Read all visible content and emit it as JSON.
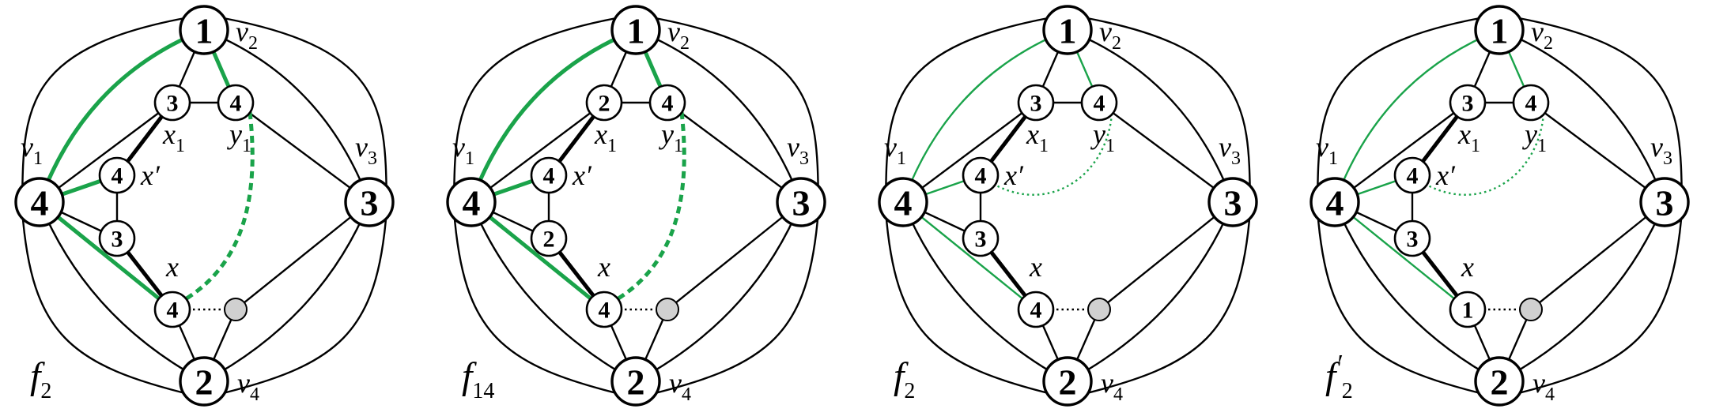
{
  "colors": {
    "green": "#1aa34a",
    "gray_node": "#d0d0d0"
  },
  "panels": [
    {
      "face_base": "f",
      "face_sub": "2",
      "face_prime": "",
      "colors": {
        "v1": "4",
        "v2": "1",
        "v3": "3",
        "v4": "2",
        "x1": "3",
        "y1": "4",
        "xp": "4",
        "m": "3",
        "x": "4"
      },
      "green": [
        "v1v2",
        "v2y1",
        "v1xp",
        "v1x"
      ],
      "dashed": "y1x",
      "style": "thick"
    },
    {
      "face_base": "f",
      "face_sub": "14",
      "face_prime": "",
      "colors": {
        "v1": "4",
        "v2": "1",
        "v3": "3",
        "v4": "2",
        "x1": "2",
        "y1": "4",
        "xp": "4",
        "m": "2",
        "x": "4"
      },
      "green": [
        "v1v2",
        "v2y1",
        "v1xp",
        "v1x"
      ],
      "dashed": "y1x",
      "style": "thick"
    },
    {
      "face_base": "f",
      "face_sub": "2",
      "face_prime": "",
      "colors": {
        "v1": "4",
        "v2": "1",
        "v3": "3",
        "v4": "2",
        "x1": "3",
        "y1": "4",
        "xp": "4",
        "m": "3",
        "x": "4"
      },
      "green": [
        "v1v2",
        "v2y1",
        "v1xp",
        "v1x"
      ],
      "dashed": "y1xp",
      "style": "thin"
    },
    {
      "face_base": "f",
      "face_sub": "2",
      "face_prime": "′",
      "colors": {
        "v1": "4",
        "v2": "1",
        "v3": "3",
        "v4": "2",
        "x1": "3",
        "y1": "4",
        "xp": "4",
        "m": "3",
        "x": "1"
      },
      "green": [
        "v1v2",
        "v2y1",
        "v1xp",
        "v1x"
      ],
      "dashed": "y1xp",
      "style": "thin"
    }
  ],
  "labels": {
    "v1": {
      "base": "v",
      "sub": "1"
    },
    "v2": {
      "base": "v",
      "sub": "2"
    },
    "v3": {
      "base": "v",
      "sub": "3"
    },
    "v4": {
      "base": "v",
      "sub": "4"
    },
    "x1": {
      "base": "x",
      "sub": "1"
    },
    "y1": {
      "base": "y",
      "sub": "1"
    },
    "xp": {
      "base": "x′",
      "sub": ""
    },
    "x": {
      "base": "x",
      "sub": ""
    }
  }
}
